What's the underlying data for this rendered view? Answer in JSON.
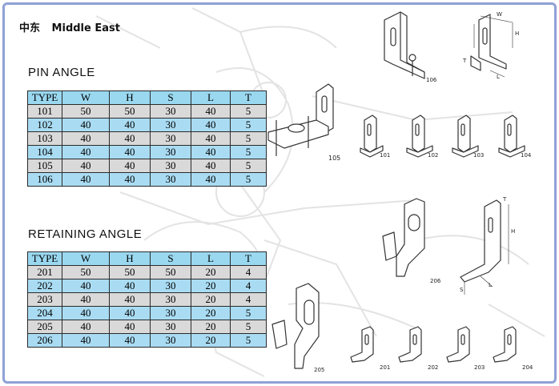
{
  "header": {
    "region_cn": "中东",
    "region_en": "Middle East"
  },
  "pin_angle": {
    "title": "PIN ANGLE",
    "columns": [
      "TYPE",
      "W",
      "H",
      "S",
      "L",
      "T"
    ],
    "rows": [
      [
        "101",
        "50",
        "50",
        "30",
        "40",
        "5"
      ],
      [
        "102",
        "40",
        "40",
        "30",
        "40",
        "5"
      ],
      [
        "103",
        "40",
        "40",
        "30",
        "40",
        "5"
      ],
      [
        "104",
        "40",
        "40",
        "30",
        "40",
        "5"
      ],
      [
        "105",
        "40",
        "40",
        "30",
        "40",
        "5"
      ],
      [
        "106",
        "40",
        "40",
        "30",
        "40",
        "5"
      ]
    ]
  },
  "retaining_angle": {
    "title": "RETAINING ANGLE",
    "columns": [
      "TYPE",
      "W",
      "H",
      "S",
      "L",
      "T"
    ],
    "rows": [
      [
        "201",
        "50",
        "50",
        "50",
        "20",
        "4"
      ],
      [
        "202",
        "40",
        "40",
        "30",
        "20",
        "4"
      ],
      [
        "203",
        "40",
        "40",
        "30",
        "20",
        "4"
      ],
      [
        "204",
        "40",
        "40",
        "30",
        "20",
        "5"
      ],
      [
        "205",
        "40",
        "40",
        "30",
        "20",
        "5"
      ],
      [
        "206",
        "40",
        "40",
        "30",
        "20",
        "5"
      ]
    ]
  },
  "drawing_labels": {
    "p106": "106",
    "p105": "105",
    "p101": "101",
    "p102": "102",
    "p103": "103",
    "p104": "104",
    "p206": "206",
    "p205": "205",
    "p201": "201",
    "p202": "202",
    "p203": "203",
    "p204": "204",
    "dim_w": "W",
    "dim_h": "H",
    "dim_t": "T",
    "dim_l": "L",
    "dim_s": "S"
  },
  "colors": {
    "frame": "#8fa1d6",
    "header_row": "#9ad8f0",
    "row_gray": "#d9d9d9",
    "row_blue": "#a9dcf3"
  }
}
